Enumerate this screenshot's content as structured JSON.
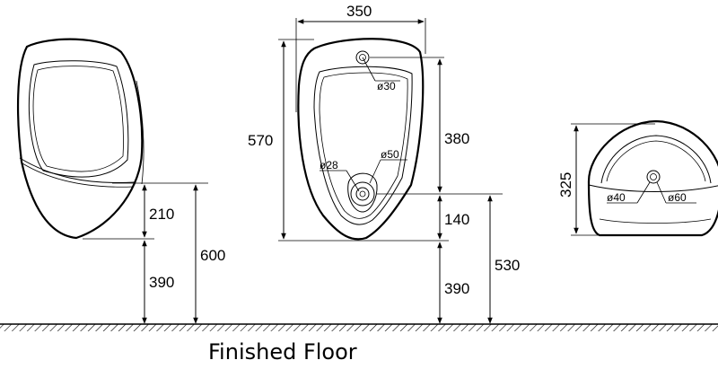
{
  "dimensions": {
    "side_210": "210",
    "side_600": "600",
    "side_390": "390",
    "front_350": "350",
    "front_570": "570",
    "front_380": "380",
    "front_140": "140",
    "front_390": "390",
    "front_530": "530",
    "top_325": "325"
  },
  "diameters": {
    "d30": "ø30",
    "d28": "ø28",
    "d50": "ø50",
    "d40": "ø40",
    "d60": "ø60"
  },
  "floor_label": "Finished Floor"
}
